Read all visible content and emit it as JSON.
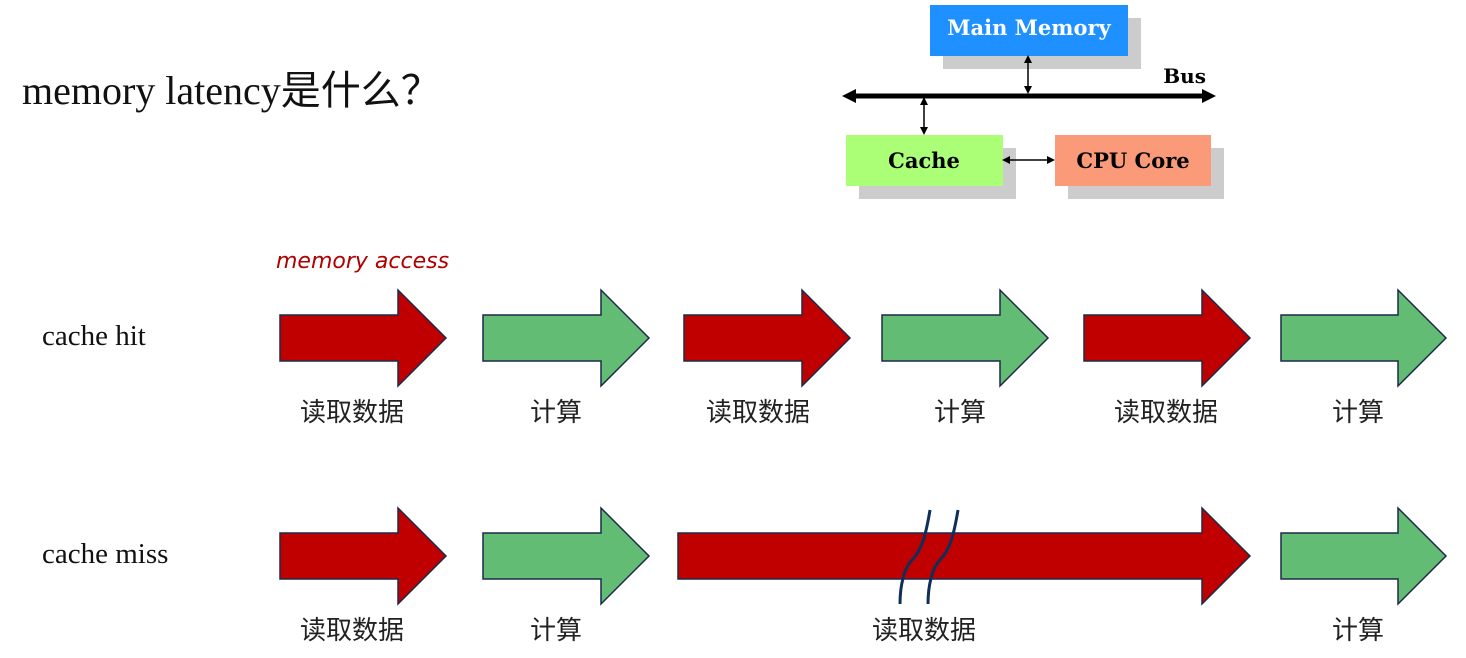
{
  "title": "memory latency是什么？",
  "architecture": {
    "main_memory": "Main Memory",
    "bus": "Bus",
    "cache": "Cache",
    "cpu_core": "CPU Core",
    "colors": {
      "main_memory": "#1e90ff",
      "cache": "#aaff77",
      "cpu_core": "#fa9a78",
      "shadow": "#cccccc"
    }
  },
  "timeline": {
    "annotation": "memory access",
    "read_color": "#c00000",
    "compute_color": "#63bc74",
    "rows": [
      {
        "label": "cache hit",
        "steps": [
          {
            "kind": "read",
            "label": "读取数据"
          },
          {
            "kind": "compute",
            "label": "计算"
          },
          {
            "kind": "read",
            "label": "读取数据"
          },
          {
            "kind": "compute",
            "label": "计算"
          },
          {
            "kind": "read",
            "label": "读取数据"
          },
          {
            "kind": "compute",
            "label": "计算"
          }
        ]
      },
      {
        "label": "cache miss",
        "steps": [
          {
            "kind": "read",
            "label": "读取数据"
          },
          {
            "kind": "compute",
            "label": "计算"
          },
          {
            "kind": "read",
            "label": "读取数据",
            "long": true
          },
          {
            "kind": "compute",
            "label": "计算"
          }
        ]
      }
    ]
  }
}
